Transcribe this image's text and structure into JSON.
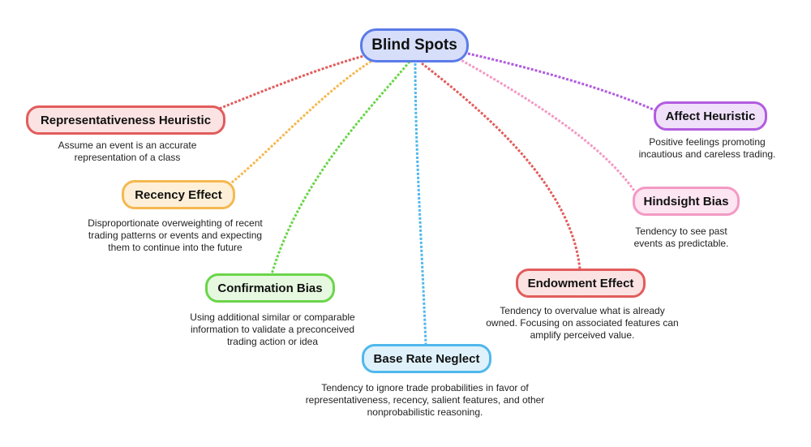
{
  "root": {
    "label": "Blind Spots",
    "border": "#5b7be8",
    "fill": "#d6defa"
  },
  "nodes": [
    {
      "id": "representativeness-heuristic",
      "label": "Representativeness Heuristic",
      "description": "Assume an event is an accurate representation of a class",
      "border": "#e25c5c",
      "fill": "#fce3e3"
    },
    {
      "id": "recency-effect",
      "label": "Recency Effect",
      "description": "Disproportionate overweighting of recent trading patterns or events and expecting them to continue into the future",
      "border": "#f5b850",
      "fill": "#fef0d8"
    },
    {
      "id": "confirmation-bias",
      "label": "Confirmation Bias",
      "description": "Using additional similar or comparable information to validate a preconceived trading action or idea",
      "border": "#6ad54a",
      "fill": "#e6f8df"
    },
    {
      "id": "base-rate-neglect",
      "label": "Base Rate Neglect",
      "description": "Tendency to ignore trade probabilities in favor of representativeness, recency, salient features, and other nonprobabilistic reasoning.",
      "border": "#4fb8ec",
      "fill": "#dff2fc"
    },
    {
      "id": "endowment-effect",
      "label": "Endowment Effect",
      "description": "Tendency to overvalue what is already owned. Focusing on associated features can amplify perceived value.",
      "border": "#e25c5c",
      "fill": "#fce3e3"
    },
    {
      "id": "hindsight-bias",
      "label": "Hindsight Bias",
      "description": "Tendency to see past events as predictable.",
      "border": "#f39ac4",
      "fill": "#fde5f1"
    },
    {
      "id": "affect-heuristic",
      "label": "Affect Heuristic",
      "description": "Positive feelings promoting incautious and careless trading.",
      "border": "#b25ce0",
      "fill": "#f0e0fa"
    }
  ]
}
